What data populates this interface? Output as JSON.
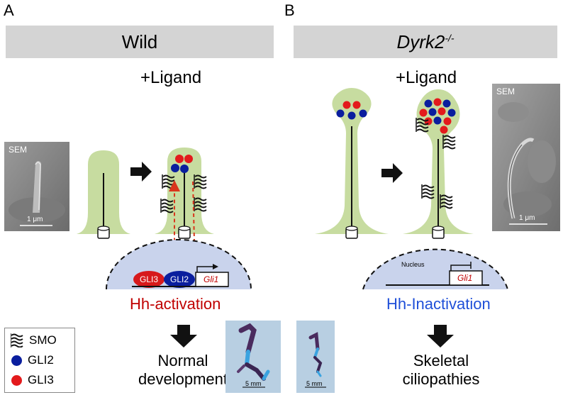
{
  "panels": {
    "a": {
      "letter": "A",
      "header": "Wild"
    },
    "b": {
      "letter": "B",
      "header_gene": "Dyrk2",
      "header_sup": "-/-"
    }
  },
  "ligand_label": "+Ligand",
  "sem": {
    "label": "SEM",
    "scale": "1 μm"
  },
  "gli_labels": {
    "gli3": "GLI3",
    "gli2": "GLI2",
    "gene": "Gli1"
  },
  "nucleus_label": "Nucleus",
  "status": {
    "activation": "Hh-activation",
    "inactivation": "Hh-Inactivation"
  },
  "outcomes": {
    "a": {
      "line1": "Normal",
      "line2": "development"
    },
    "b": {
      "line1": "Skeletal",
      "line2": "ciliopathies"
    }
  },
  "bone_scale": "5 mm",
  "legend": {
    "items": [
      {
        "label": "SMO",
        "icon": "smo-receptor-icon"
      },
      {
        "label": "GLI2",
        "color": "#0a1e9e"
      },
      {
        "label": "GLI3",
        "color": "#e31a1c"
      }
    ]
  },
  "colors": {
    "cilium": "#c7dca0",
    "nucleus": "#c9d3ec",
    "gli2": "#0a1e9e",
    "gli3": "#e31a1c",
    "arrow_red": "#d9361c"
  }
}
